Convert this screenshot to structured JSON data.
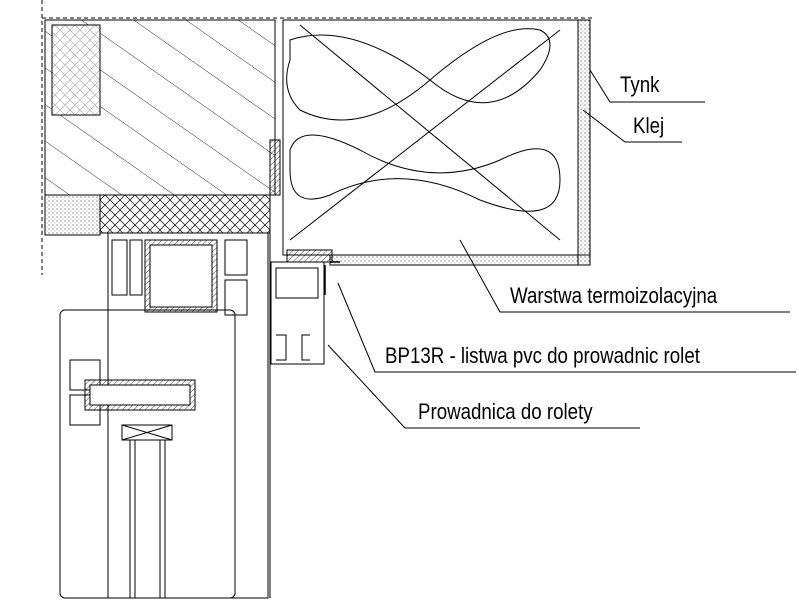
{
  "labels": {
    "tynk": "Tynk",
    "klej": "Klej",
    "insulation": "Warstwa termoizolacyjna",
    "bp13r": "BP13R - listwa pvc do prowadnic rolet",
    "guide": "Prowadnica do rolety"
  },
  "colors": {
    "line": "#000000",
    "background": "#ffffff"
  }
}
